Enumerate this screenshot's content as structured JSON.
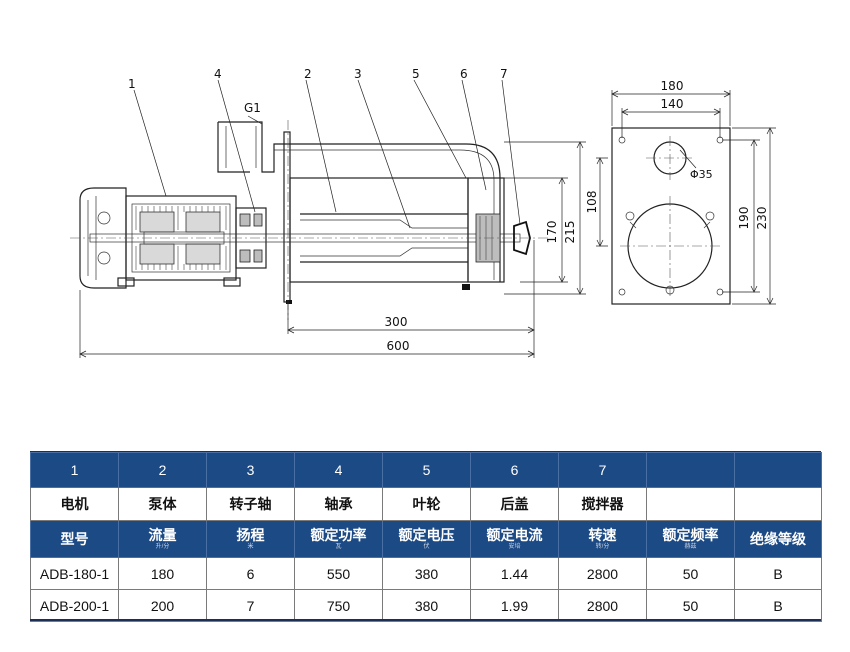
{
  "drawing": {
    "callouts": [
      "1",
      "4",
      "G1",
      "2",
      "3",
      "5",
      "6",
      "7"
    ],
    "dimensions": {
      "length_300": "300",
      "length_600": "600",
      "height_170": "170",
      "height_215": "215",
      "plate_108": "108",
      "plate_180": "180",
      "plate_140": "140",
      "plate_190": "190",
      "plate_230": "230",
      "hole_dia": "Φ35"
    }
  },
  "table": {
    "index_row": [
      "1",
      "2",
      "3",
      "4",
      "5",
      "6",
      "7",
      "",
      ""
    ],
    "part_names": [
      "电机",
      "泵体",
      "转子轴",
      "轴承",
      "叶轮",
      "后盖",
      "搅拌器",
      "",
      ""
    ],
    "headers": [
      {
        "label": "型号",
        "unit": ""
      },
      {
        "label": "流量",
        "unit": "升/分"
      },
      {
        "label": "扬程",
        "unit": "米"
      },
      {
        "label": "额定功率",
        "unit": "瓦"
      },
      {
        "label": "额定电压",
        "unit": "伏"
      },
      {
        "label": "额定电流",
        "unit": "安培"
      },
      {
        "label": "转速",
        "unit": "转/分"
      },
      {
        "label": "额定频率",
        "unit": "赫兹"
      },
      {
        "label": "绝缘等级",
        "unit": ""
      }
    ],
    "rows": [
      [
        "ADB-180-1",
        "180",
        "6",
        "550",
        "380",
        "1.44",
        "2800",
        "50",
        "B"
      ],
      [
        "ADB-200-1",
        "200",
        "7",
        "750",
        "380",
        "1.99",
        "2800",
        "50",
        "B"
      ]
    ],
    "colors": {
      "header_bg": "#1c4a85",
      "header_text": "#ffffff",
      "border": "#7a7a7a"
    }
  }
}
